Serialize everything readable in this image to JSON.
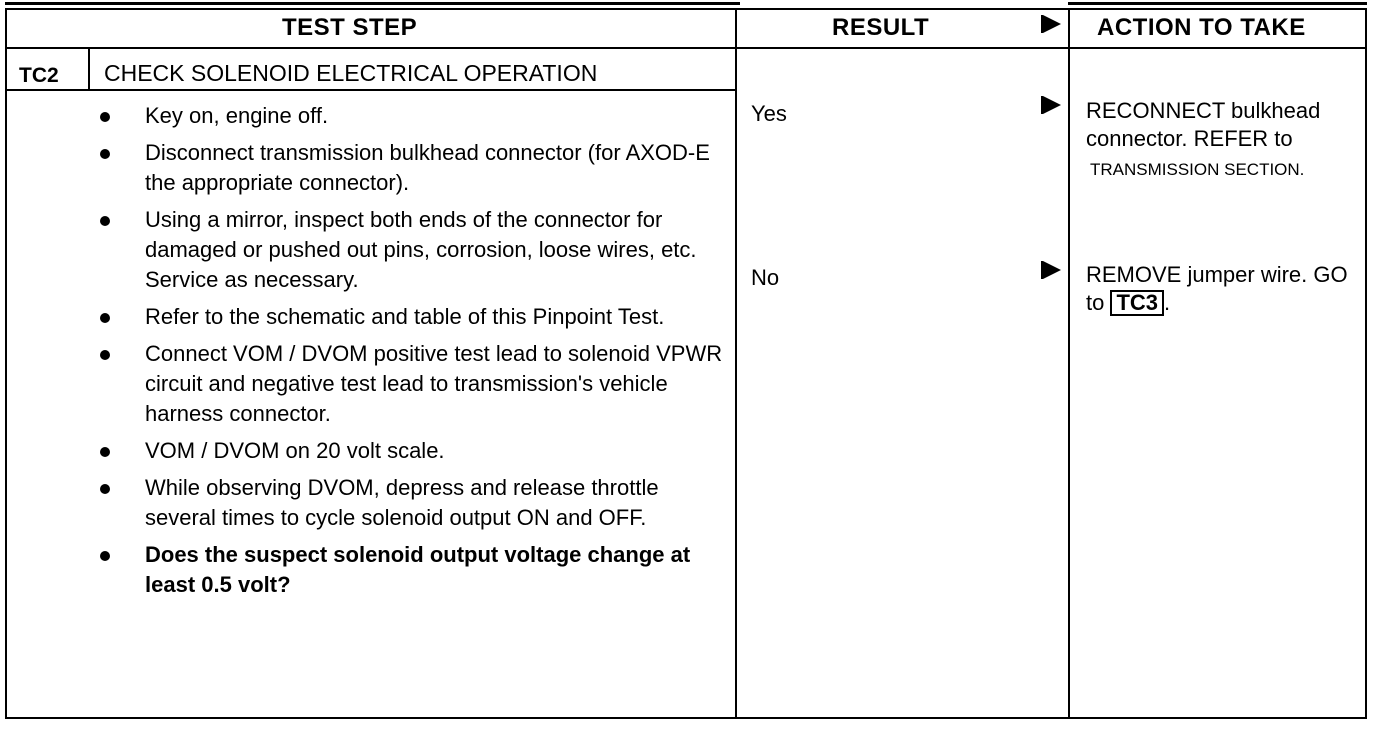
{
  "table": {
    "headers": {
      "test_step": "TEST STEP",
      "result": "RESULT",
      "action": "ACTION TO TAKE"
    },
    "step": {
      "id": "TC2",
      "title": "CHECK SOLENOID ELECTRICAL OPERATION"
    },
    "bullets": [
      "Key on, engine off.",
      "Disconnect transmission bulkhead connector (for AXOD-E the appropriate connector).",
      "Using a mirror, inspect both ends of the connector for damaged or pushed out pins, corrosion, loose wires, etc. Service as necessary.",
      "Refer to the schematic and table of this Pinpoint Test.",
      "Connect VOM / DVOM positive test lead to solenoid VPWR circuit and negative test lead to transmission's vehicle harness connector.",
      "VOM / DVOM on 20 volt scale.",
      "While observing DVOM, depress and release throttle several times to cycle solenoid output ON and OFF.",
      "Does the suspect solenoid output voltage change at least 0.5 volt?"
    ],
    "results": [
      {
        "result": "Yes",
        "action_main": "RECONNECT bulkhead connector. REFER to",
        "action_small": "TRANSMISSION SECTION."
      },
      {
        "result": "No",
        "action_main": "REMOVE jumper wire. GO to",
        "action_ref": "TC3",
        "action_end": "."
      }
    ]
  }
}
